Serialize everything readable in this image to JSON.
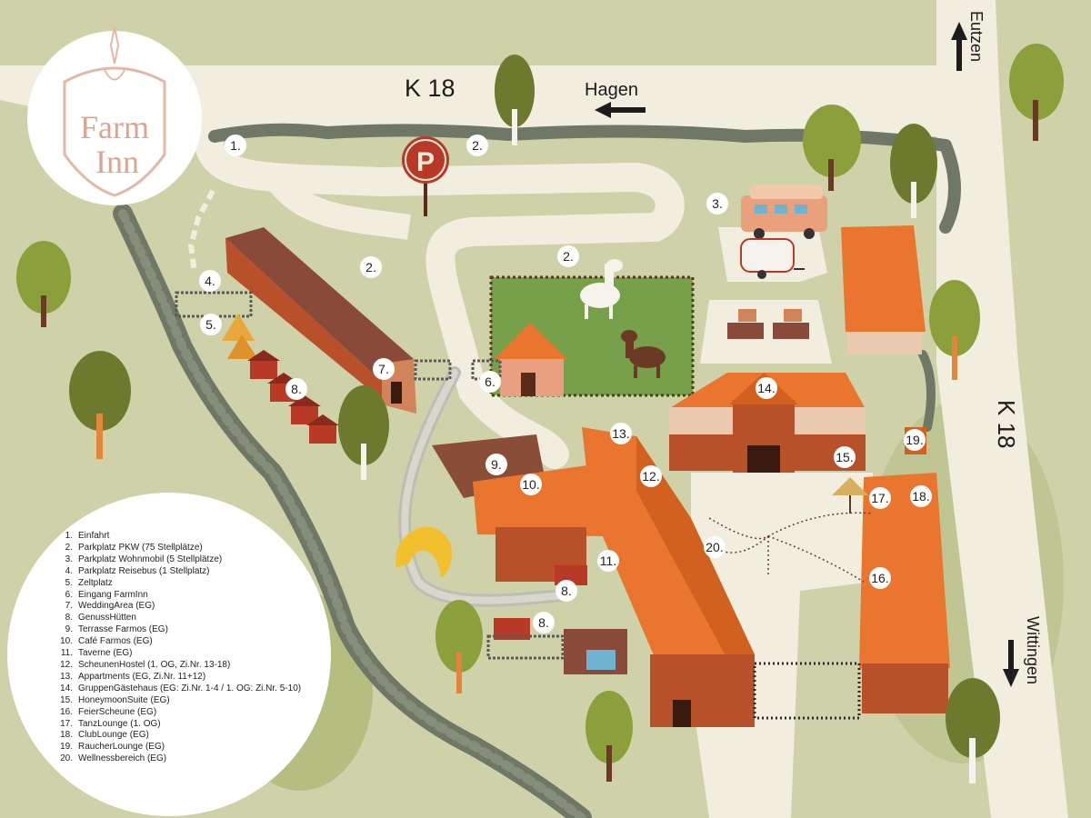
{
  "logo": {
    "line1": "Farm",
    "line2": "Inn"
  },
  "roads": {
    "k18_top": "K 18",
    "k18_right": "K 18",
    "hagen": "Hagen",
    "eutzen": "Eutzen",
    "wittingen": "Wittingen"
  },
  "parking_sign": "P",
  "markers": [
    {
      "id": "m1",
      "label": "1."
    },
    {
      "id": "m2a",
      "label": "2."
    },
    {
      "id": "m2b",
      "label": "2."
    },
    {
      "id": "m2c",
      "label": "2."
    },
    {
      "id": "m3",
      "label": "3."
    },
    {
      "id": "m4",
      "label": "4."
    },
    {
      "id": "m5",
      "label": "5."
    },
    {
      "id": "m6",
      "label": "6."
    },
    {
      "id": "m7",
      "label": "7."
    },
    {
      "id": "m8a",
      "label": "8."
    },
    {
      "id": "m8b",
      "label": "8."
    },
    {
      "id": "m8c",
      "label": "8."
    },
    {
      "id": "m9",
      "label": "9."
    },
    {
      "id": "m10",
      "label": "10."
    },
    {
      "id": "m11",
      "label": "11."
    },
    {
      "id": "m12",
      "label": "12."
    },
    {
      "id": "m13",
      "label": "13."
    },
    {
      "id": "m14",
      "label": "14."
    },
    {
      "id": "m15",
      "label": "15."
    },
    {
      "id": "m16",
      "label": "16."
    },
    {
      "id": "m17",
      "label": "17."
    },
    {
      "id": "m18",
      "label": "18."
    },
    {
      "id": "m19",
      "label": "19."
    },
    {
      "id": "m20",
      "label": "20."
    }
  ],
  "legend": [
    {
      "n": "1.",
      "text": "Einfahrt"
    },
    {
      "n": "2.",
      "text": "Parkplatz PKW (75 Stellplätze)"
    },
    {
      "n": "3.",
      "text": "Parkplatz Wohnmobil (5 Stellplätze)"
    },
    {
      "n": "4.",
      "text": "Parkplatz Reisebus (1 Stellplatz)"
    },
    {
      "n": "5.",
      "text": "Zeltplatz"
    },
    {
      "n": "6.",
      "text": "Eingang FarmInn"
    },
    {
      "n": "7.",
      "text": "WeddingArea (EG)"
    },
    {
      "n": "8.",
      "text": "GenussHütten"
    },
    {
      "n": "9.",
      "text": "Terrasse Farmos (EG)"
    },
    {
      "n": "10.",
      "text": "Café Farmos (EG)"
    },
    {
      "n": "11.",
      "text": "Taverne (EG)"
    },
    {
      "n": "12.",
      "text": "ScheunenHostel (1. OG, Zi.Nr. 13-18)"
    },
    {
      "n": "13.",
      "text": "Appartments (EG, Zi.Nr. 11+12)"
    },
    {
      "n": "14.",
      "text": "GruppenGästehaus (EG: Zi.Nr. 1-4 / 1. OG: Zi.Nr. 5-10)"
    },
    {
      "n": "15.",
      "text": "HoneymoonSuite (EG)"
    },
    {
      "n": "16.",
      "text": "FeierScheune (EG)"
    },
    {
      "n": "17.",
      "text": "TanzLounge (1. OG)"
    },
    {
      "n": "18.",
      "text": "ClubLounge (EG)"
    },
    {
      "n": "19.",
      "text": "RaucherLounge (EG)"
    },
    {
      "n": "20.",
      "text": "Wellnessbereich (EG)"
    }
  ],
  "colors": {
    "grass": "#cfd1a8",
    "road": "#f1eedf",
    "roof": "#e9752e",
    "wall": "#b8502a",
    "hedge": "#6f7766",
    "tree": "#8b9f3a"
  }
}
